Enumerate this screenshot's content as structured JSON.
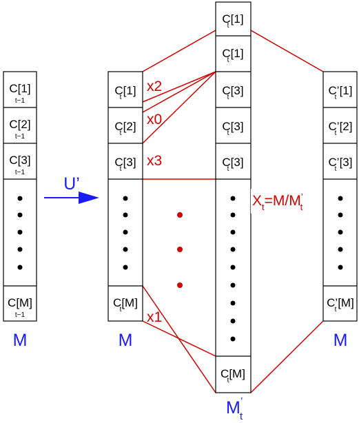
{
  "colors": {
    "red": "#d40000",
    "blue": "#1a1aff",
    "black": "#000000"
  },
  "left_column": {
    "cells": [
      {
        "main": "C[1]",
        "sub": "t−1"
      },
      {
        "main": "C[2]",
        "sub": "t−1"
      },
      {
        "main": "C[3]",
        "sub": "t−1"
      },
      {
        "main": "C[M]",
        "sub": "t−1"
      }
    ],
    "label": "M"
  },
  "update_arrow": {
    "label": "U’"
  },
  "second_column": {
    "cells": [
      {
        "main": "C[1]",
        "sub": "t"
      },
      {
        "main": "C[2]",
        "sub": "t"
      },
      {
        "main": "C[3]",
        "sub": "t"
      },
      {
        "main": "C[M]",
        "sub": "t"
      }
    ],
    "label": "M"
  },
  "resample": {
    "multiplicities": [
      "x2",
      "x0",
      "x3",
      "x1"
    ],
    "formula": {
      "pre": "X",
      "sub": "t",
      "mid": "=M/M",
      "prime": "’",
      "post_sub": "t"
    }
  },
  "center_column": {
    "top_cells": [
      {
        "main": "C[1]",
        "sub": "t"
      },
      {
        "main": "C[1]",
        "sub": "t"
      },
      {
        "main": "C[3]",
        "sub": "t"
      },
      {
        "main": "C[3]",
        "sub": "t"
      },
      {
        "main": "C[3]",
        "sub": "t"
      }
    ],
    "bottom_cell": {
      "main": "C[M]",
      "sub": "t"
    },
    "label": {
      "main": "M",
      "prime": "’",
      "sub": "t"
    }
  },
  "right_column": {
    "cells": [
      {
        "main": "C’[1]",
        "sub": "t"
      },
      {
        "main": "C’[2]",
        "sub": "t"
      },
      {
        "main": "C’[3]",
        "sub": "t"
      },
      {
        "main": "C’[M]",
        "sub": "t"
      }
    ],
    "label": "M"
  }
}
